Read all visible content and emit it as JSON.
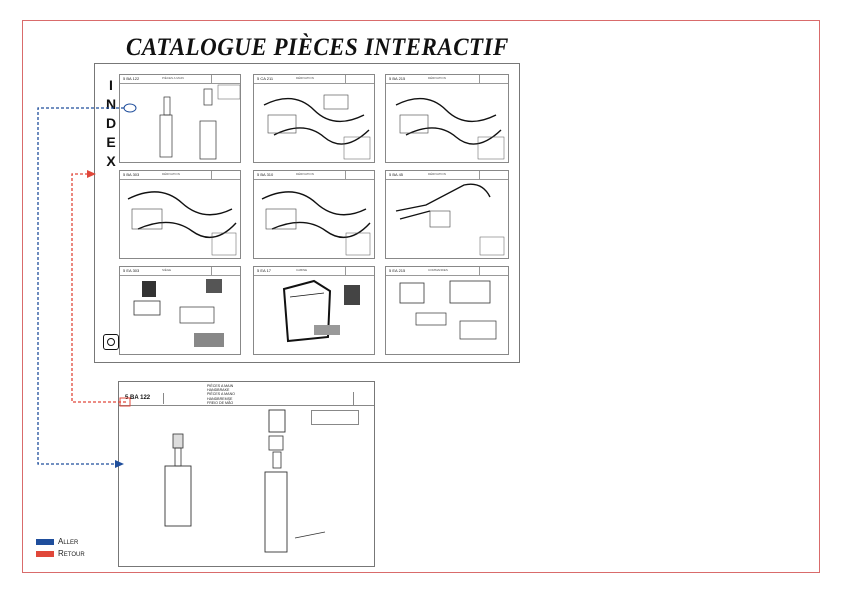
{
  "title": "CATALOGUE PIÈCES INTERACTIF",
  "index_letters": [
    "I",
    "N",
    "D",
    "E",
    "X"
  ],
  "grid": [
    {
      "code": "5 BA 122",
      "sub": "PIÈCES A MAIN"
    },
    {
      "code": "5 CA 211",
      "sub": "DÉRIVATION"
    },
    {
      "code": "5 BA 215",
      "sub": "DÉRIVATION"
    },
    {
      "code": "5 BA 303",
      "sub": "DÉRIVATION"
    },
    {
      "code": "5 BA 310",
      "sub": "DÉRIVATION"
    },
    {
      "code": "5 BA 45",
      "sub": "DÉRIVATION"
    },
    {
      "code": "5 EA 303",
      "sub": "SIÈGE"
    },
    {
      "code": "5 EA 17",
      "sub": "CABINE"
    },
    {
      "code": "5 EA 215",
      "sub": "COMMANDES"
    }
  ],
  "detail": {
    "code": "5 BA 122",
    "description": [
      "PIÈCES A MAIN",
      "HANDBRAKE",
      "PIÈCES A MANO",
      "HANDBREMSE",
      "FREIO DE MÃO"
    ]
  },
  "legend": [
    {
      "label": "Aller",
      "color": "#1f4e9c"
    },
    {
      "label": "Retour",
      "color": "#e0473a"
    }
  ],
  "colors": {
    "frame": "#d96b6b",
    "aller": "#1f4e9c",
    "retour": "#e0473a"
  }
}
